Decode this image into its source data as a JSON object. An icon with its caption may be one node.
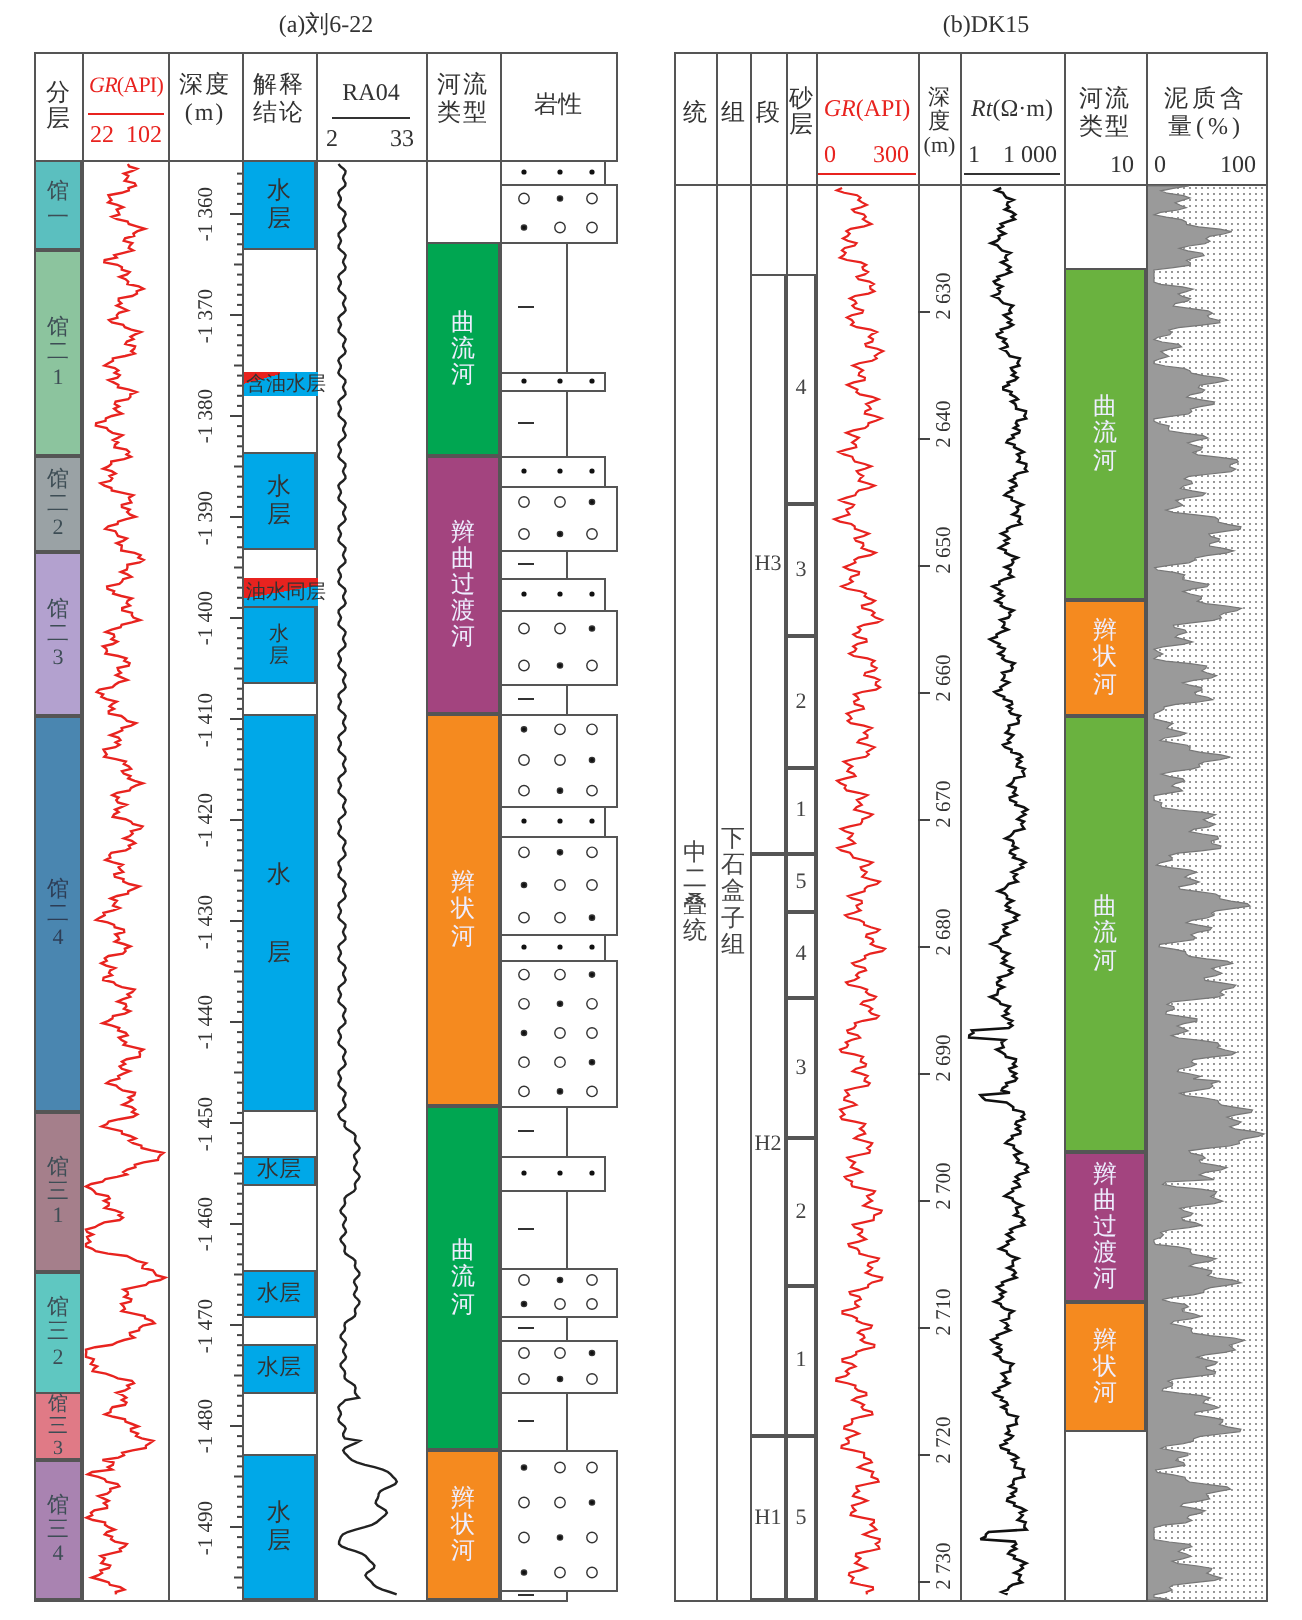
{
  "diagram": {
    "nodes": [
      {
        "text": [
          "馆一"
        ]
      },
      {
        "text": [
          "馆二1"
        ]
      },
      {
        "text": [
          "馆二2"
        ]
      },
      {
        "text": [
          "馆二3"
        ]
      },
      {
        "text": [
          "馆二4"
        ]
      },
      {
        "text": [
          "馆三1"
        ]
      },
      {
        "text": [
          "馆三2"
        ]
      },
      {
        "text": [
          "馆三3"
        ]
      },
      {
        "text": [
          "馆三4"
        ]
      },
      {
        "text": [
          "水层"
        ]
      },
      {
        "text": [
          "含油水层"
        ]
      },
      {
        "text": [
          "水层"
        ]
      },
      {
        "text": [
          "油水同层"
        ]
      },
      {
        "text": [
          "水层"
        ]
      },
      {
        "text": [
          "水层"
        ]
      },
      {
        "text": [
          "水层"
        ]
      },
      {
        "text": [
          "水层"
        ]
      },
      {
        "text": [
          "水层"
        ]
      },
      {
        "text": [
          "水层"
        ]
      },
      {
        "text": [
          "曲流河"
        ]
      },
      {
        "text": [
          "辫曲过渡河"
        ]
      },
      {
        "text": [
          "辫状河"
        ]
      },
      {
        "text": [
          "曲流河"
        ]
      },
      {
        "text": [
          "辫状河"
        ]
      },
      {
        "text": [
          "中二叠统"
        ]
      },
      {
        "text": [
          "下石盒子组"
        ]
      },
      {
        "text": [
          "H3"
        ]
      },
      {
        "text": [
          "H2"
        ]
      },
      {
        "text": [
          "H1"
        ]
      },
      {
        "text": [
          "4"
        ]
      },
      {
        "text": [
          "3"
        ]
      },
      {
        "text": [
          "2"
        ]
      },
      {
        "text": [
          "1"
        ]
      },
      {
        "text": [
          "5"
        ]
      },
      {
        "text": [
          "4"
        ]
      },
      {
        "text": [
          "3"
        ]
      },
      {
        "text": [
          "2"
        ]
      },
      {
        "text": [
          "1"
        ]
      },
      {
        "text": [
          "5"
        ]
      },
      {
        "text": [
          "曲流河"
        ]
      },
      {
        "text": [
          "辫状河"
        ]
      },
      {
        "text": [
          "曲流河"
        ]
      },
      {
        "text": [
          "辫曲过渡河"
        ]
      },
      {
        "text": [
          "辫状河"
        ]
      }
    ],
    "labels": [
      "(a)刘6-22",
      "分层",
      "*GR*(API)",
      "22",
      "102",
      "深度(m)",
      "解释结论",
      "RA04",
      "2",
      "33",
      "河流类型",
      "岩性",
      "-1 360",
      "-1 370",
      "-1 380",
      "-1 390",
      "-1 400",
      "-1 410",
      "-1 420",
      "-1 430",
      "-1 440",
      "-1 450",
      "-1 460",
      "-1 470",
      "-1 480",
      "-1 490",
      "(b)DK15",
      "统",
      "组",
      "段",
      "砂层",
      "*GR*(API)",
      "0",
      "300",
      "深度(m)",
      "*Rt*(Ω·m)",
      "1",
      "1 000",
      "河流类型",
      "10",
      "泥质含量(%)",
      "0",
      "100",
      "2 630",
      "2 640",
      "2 650",
      "2 660",
      "2 670",
      "2 680",
      "2 690",
      "2 700",
      "2 710",
      "2 720",
      "2 730"
    ]
  }
}
